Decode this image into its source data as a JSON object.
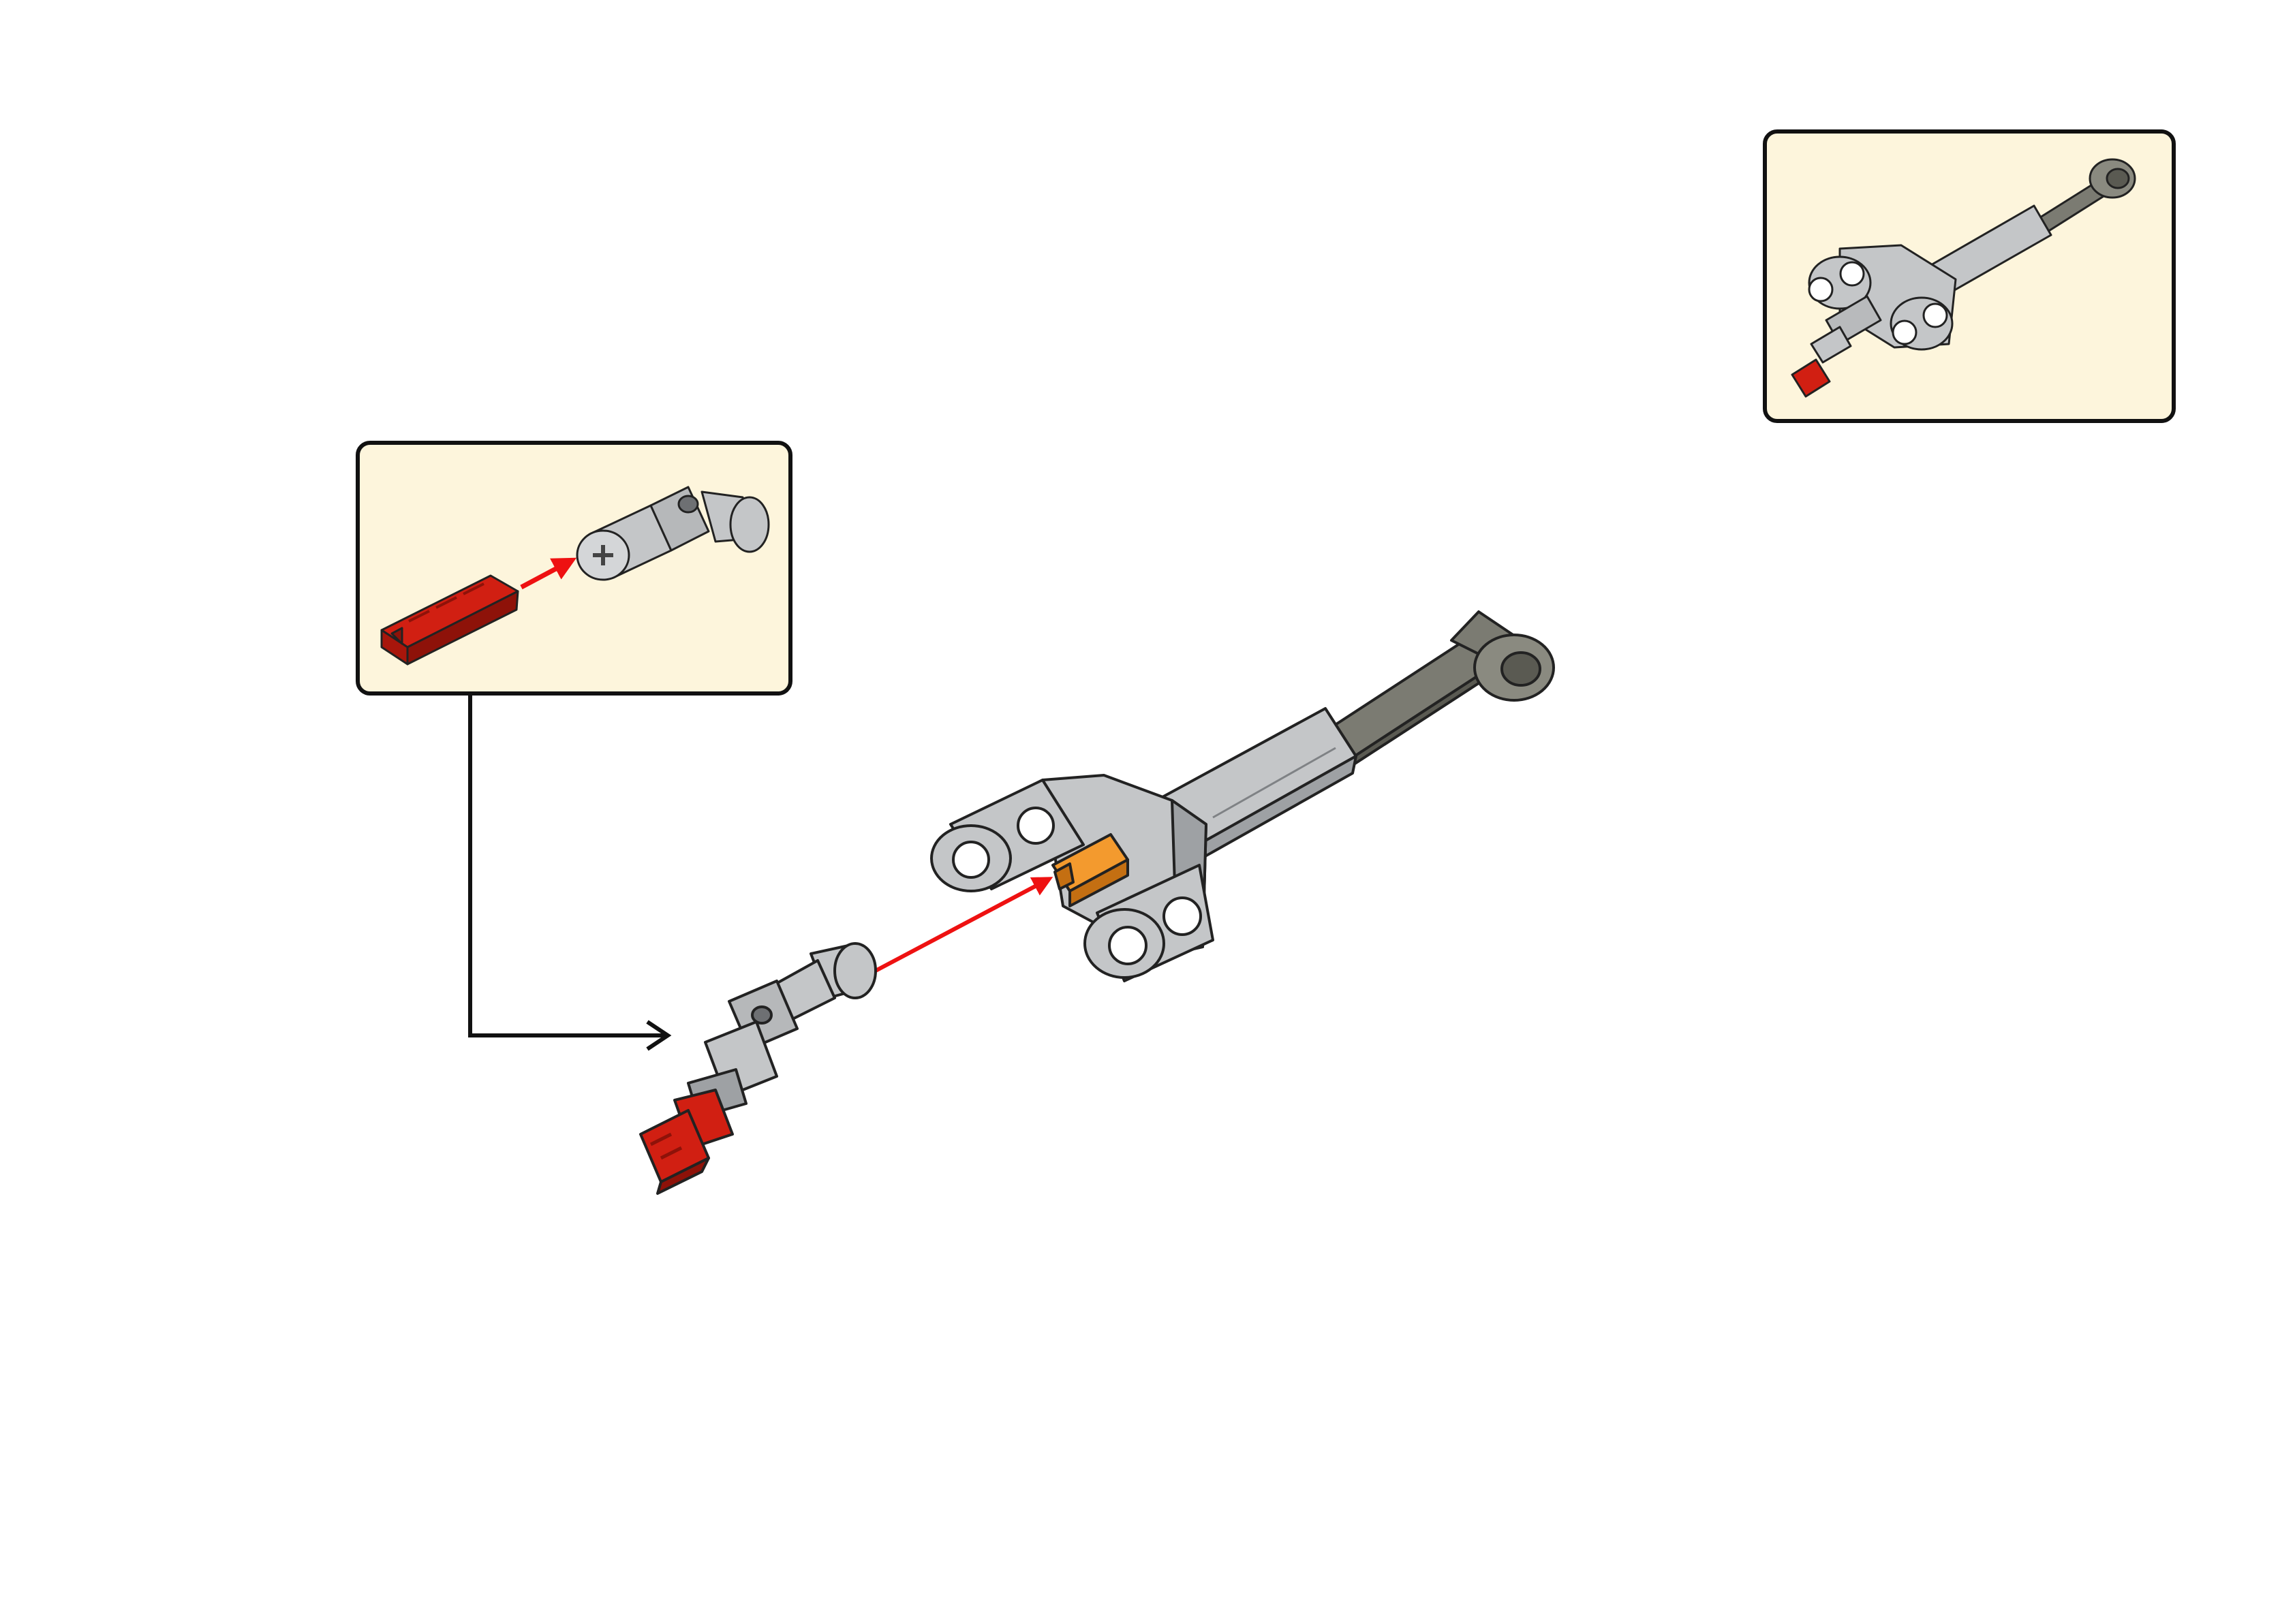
{
  "page": {
    "background": "#ffffff",
    "kind": "building-instruction-step"
  },
  "colors": {
    "callout_fill": "#fdf5dc",
    "callout_border": "#111111",
    "light_gray_part": "#c4c6c8",
    "light_gray_shade": "#9ea1a4",
    "dark_gray_part": "#7b7b72",
    "dark_gray_shade": "#5a5a52",
    "red_part": "#d11f12",
    "red_part_shade": "#8e1209",
    "orange_part": "#f39a2e",
    "orange_part_shade": "#c46f12",
    "insert_arrow": "#ee1111",
    "flow_arrow": "#111111",
    "outline": "#222222"
  },
  "parts": {
    "axle_connector": "red-axle-connector",
    "universal_joint": "universal-joint",
    "steering_arm": "steering-arm",
    "highlighted_axle": "orange-axle"
  },
  "icons": {
    "sub_assembly_arrow": "arrow-right-icon",
    "insertion_arrow": "insert-arrow-icon"
  }
}
